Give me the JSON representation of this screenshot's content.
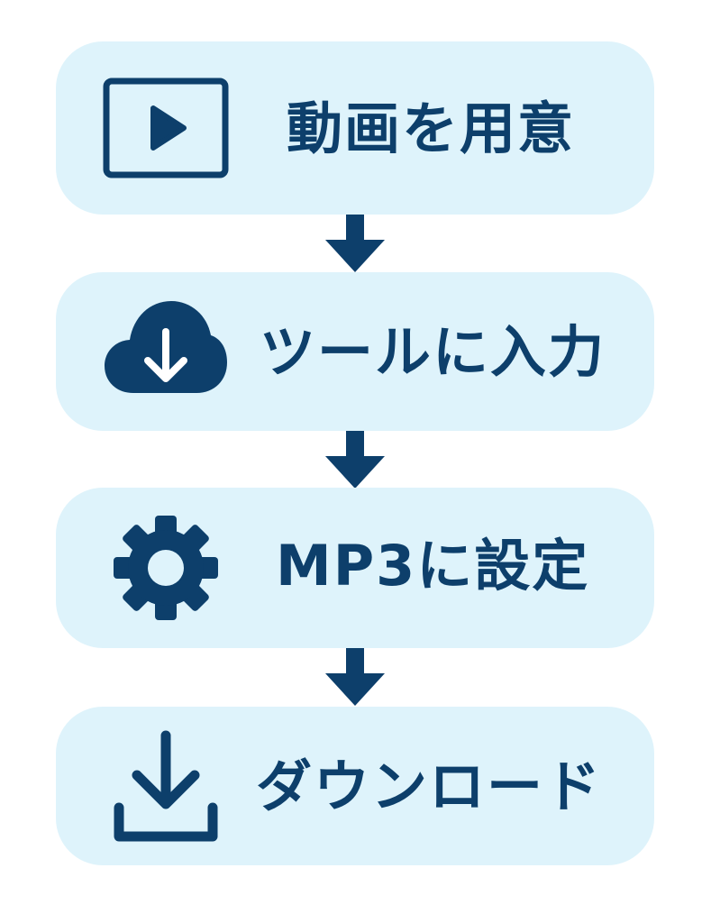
{
  "colors": {
    "accent": "#0d3f6b",
    "card_background": "#def3fb",
    "page_background": "#ffffff"
  },
  "steps": [
    {
      "label": "動画を用意",
      "icon": "video-play-icon"
    },
    {
      "label": "ツールに入力",
      "icon": "cloud-download-icon"
    },
    {
      "label": "MP3に設定",
      "icon": "gear-icon"
    },
    {
      "label": "ダウンロード",
      "icon": "download-icon"
    }
  ],
  "connectors": [
    "arrow-down-icon",
    "arrow-down-icon",
    "arrow-down-icon"
  ]
}
